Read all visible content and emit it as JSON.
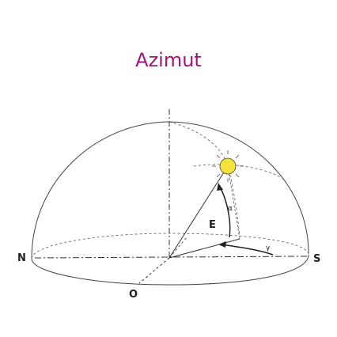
{
  "title": "Azimut",
  "colors": {
    "title": "#a0157a",
    "sun": "#f5e23a",
    "line": "#333333"
  },
  "labels": {
    "north": "N",
    "south": "S",
    "east": "O",
    "elevation": "E",
    "alpha": "α",
    "gamma": "γ"
  }
}
